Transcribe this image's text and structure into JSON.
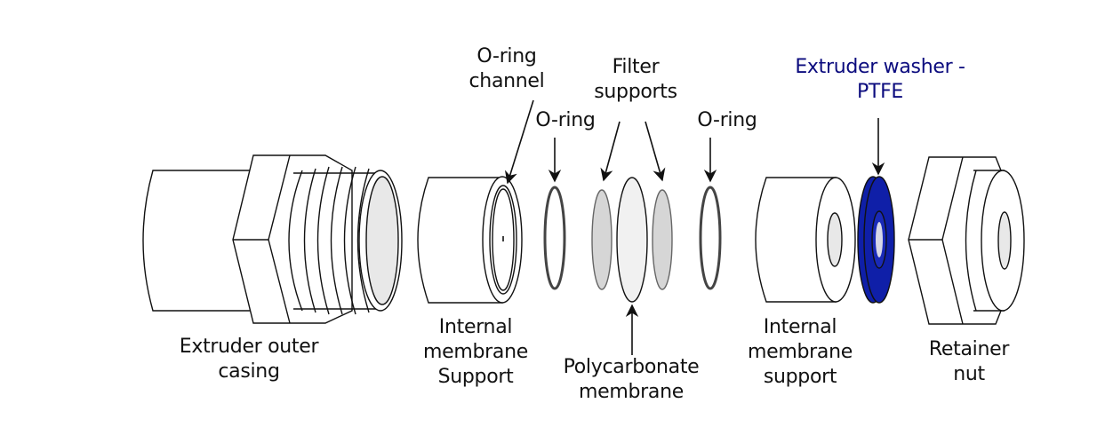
{
  "diagram": {
    "title": "Extruder assembly exploded view",
    "colors": {
      "text": "#111111",
      "accent_label": "#0b0b7e",
      "washer_fill": "#0f1fa8",
      "outline": "#111111",
      "bore_fill": "#e8e8e8",
      "filter_support_fill": "#d6d6d6",
      "membrane_fill": "#f1f1f1"
    },
    "components": [
      {
        "id": "outer-casing",
        "label_lines": [
          "Extruder outer",
          "casing"
        ]
      },
      {
        "id": "membrane-support-left",
        "label_lines": [
          "Internal",
          "membrane",
          "Support"
        ]
      },
      {
        "id": "oring-channel",
        "label_lines": [
          "O-ring",
          "channel"
        ]
      },
      {
        "id": "oring-left",
        "label_lines": [
          "O-ring"
        ]
      },
      {
        "id": "filter-supports",
        "label_lines": [
          "Filter",
          "supports"
        ]
      },
      {
        "id": "polycarbonate-membrane",
        "label_lines": [
          "Polycarbonate",
          "membrane"
        ]
      },
      {
        "id": "oring-right",
        "label_lines": [
          "O-ring"
        ]
      },
      {
        "id": "membrane-support-right",
        "label_lines": [
          "Internal",
          "membrane",
          "support"
        ]
      },
      {
        "id": "extruder-washer",
        "label_lines": [
          "Extruder washer -",
          "PTFE"
        ]
      },
      {
        "id": "retainer-nut",
        "label_lines": [
          "Retainer",
          "nut"
        ]
      }
    ]
  }
}
